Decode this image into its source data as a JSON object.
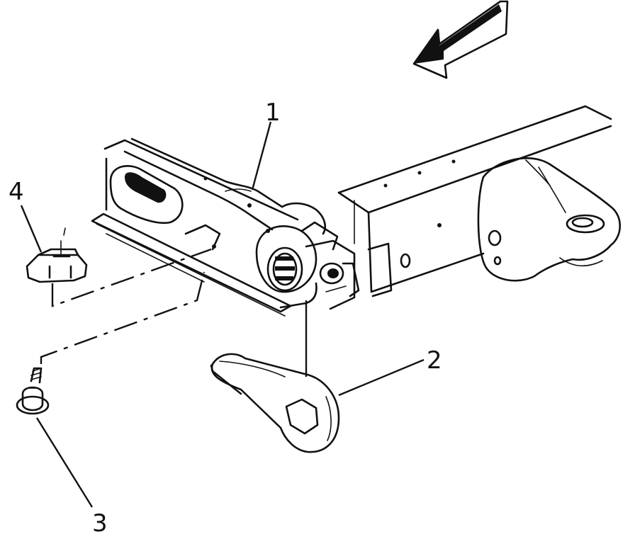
{
  "callouts": {
    "c1": "1",
    "c2": "2",
    "c3": "3",
    "c4": "4"
  },
  "parts": [
    {
      "callout": "1",
      "icon": "torsion-bar-icon"
    },
    {
      "callout": "2",
      "icon": "adjuster-arm-icon"
    },
    {
      "callout": "3",
      "icon": "bolt-icon"
    },
    {
      "callout": "4",
      "icon": "clip-nut-icon"
    }
  ],
  "colors": {
    "ink": "#111111",
    "paper": "#ffffff"
  }
}
